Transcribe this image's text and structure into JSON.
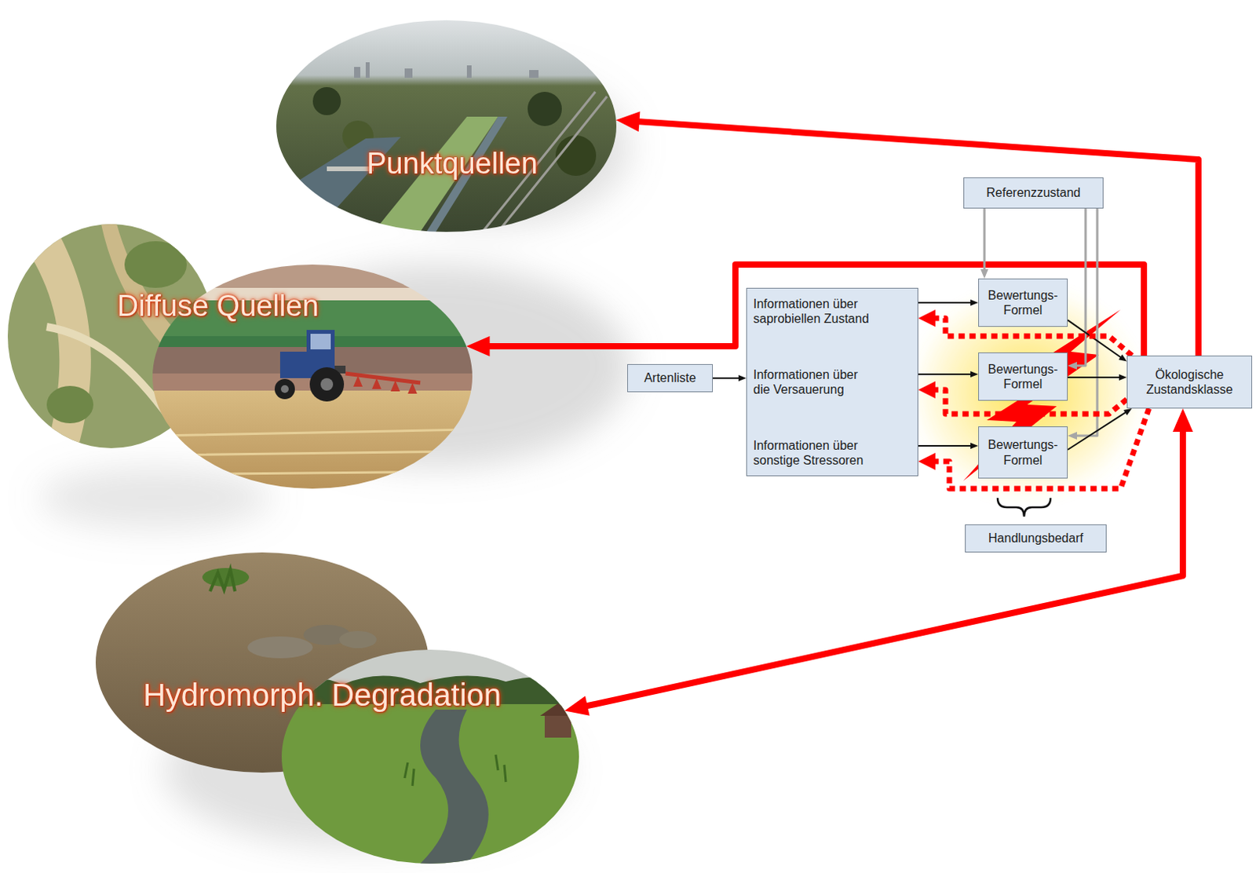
{
  "diagram": {
    "nodes": [
      {
        "text": [
          "Punktquellen"
        ]
      },
      {
        "text": [
          "Diffuse Quellen"
        ]
      },
      {
        "text": [
          "Hydromorph. Degradation"
        ]
      },
      {
        "text": [
          "Referenzzustand"
        ]
      },
      {
        "text": [
          "Artenliste"
        ]
      },
      {
        "text": [
          "Informationen über saprobiellen Zustand",
          "Informationen über die Versauerung",
          "Informationen über sonstige Stressoren"
        ]
      },
      {
        "text": [
          "Bewertungs-Formel"
        ]
      },
      {
        "text": [
          "Bewertungs-Formel"
        ]
      },
      {
        "text": [
          "Bewertungs-Formel"
        ]
      },
      {
        "text": [
          "Ökologische Zustandsklasse"
        ]
      },
      {
        "text": [
          "Handlungsbedarf"
        ]
      }
    ],
    "edges": [
      {
        "from": 9,
        "to": 0,
        "arrow": "to"
      },
      {
        "from": 9,
        "to": 1,
        "arrow": "to"
      },
      {
        "from": 9,
        "to": 2,
        "arrow": "both"
      },
      {
        "from": 3,
        "to": 6,
        "arrow": "to"
      },
      {
        "from": 3,
        "to": 7,
        "arrow": "to"
      },
      {
        "from": 3,
        "to": 8,
        "arrow": "to"
      },
      {
        "from": 4,
        "to": 5,
        "arrow": "to"
      },
      {
        "from": 5,
        "to": 6,
        "arrow": "to"
      },
      {
        "from": 5,
        "to": 7,
        "arrow": "to"
      },
      {
        "from": 5,
        "to": 8,
        "arrow": "to"
      },
      {
        "from": 6,
        "to": 9,
        "arrow": "to"
      },
      {
        "from": 7,
        "to": 9,
        "arrow": "to"
      },
      {
        "from": 8,
        "to": 9,
        "arrow": "to"
      },
      {
        "from": 9,
        "to": 5,
        "arrow": "to"
      },
      {
        "from": 9,
        "to": 5,
        "arrow": "to"
      },
      {
        "from": 9,
        "to": 5,
        "arrow": "to"
      }
    ]
  }
}
